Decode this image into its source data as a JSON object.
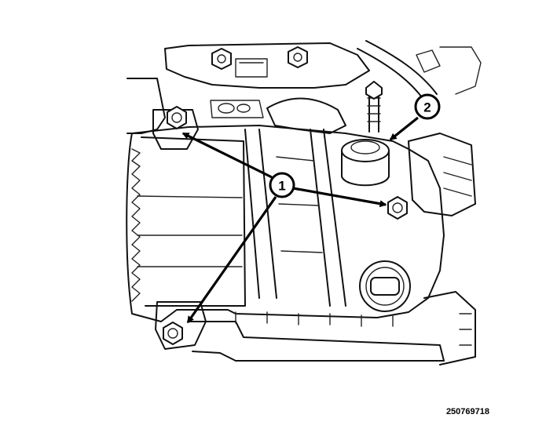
{
  "figure": {
    "id": "250769718",
    "callouts": [
      {
        "number": "1"
      },
      {
        "number": "2"
      }
    ]
  }
}
